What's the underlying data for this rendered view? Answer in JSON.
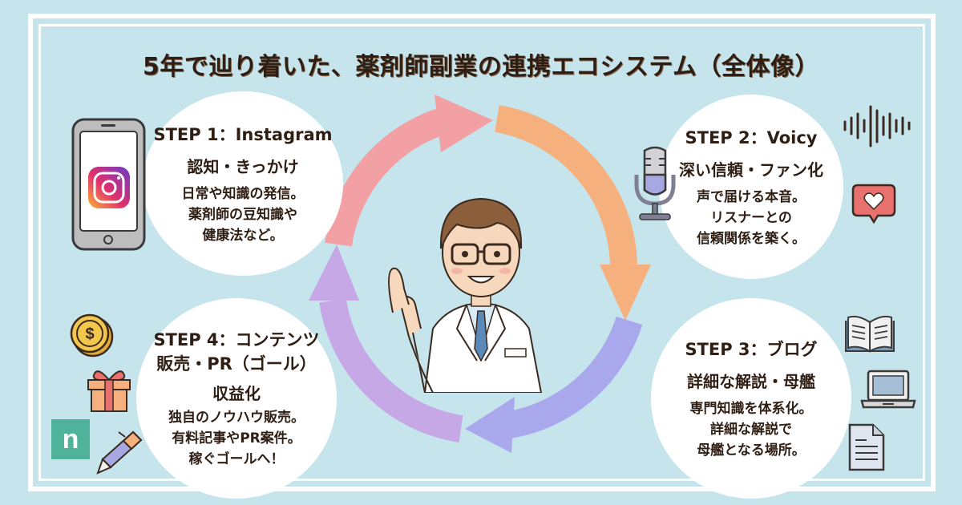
{
  "title": "5年で辿り着いた、薬剤師副業の連携エコシステム（全体像）",
  "colors": {
    "background": "#c5e4ec",
    "frame": "#ffffff",
    "text": "#2e1e14",
    "arrow_step1": "#f3a0a4",
    "arrow_step2": "#f6b07e",
    "arrow_step3": "#a9a8ec",
    "arrow_step4": "#c7a8e6"
  },
  "steps": [
    {
      "label": "STEP 1：Instagram",
      "subtitle": "認知・きっかけ",
      "description": [
        "日常や知識の発信。",
        "薬剤師の豆知識や",
        "健康法など。"
      ],
      "icons": [
        "smartphone-instagram-icon"
      ]
    },
    {
      "label": "STEP 2：Voicy",
      "subtitle": "深い信頼・ファン化",
      "description": [
        "声で届ける本音。",
        "リスナーとの",
        "信頼関係を築く。"
      ],
      "icons": [
        "microphone-icon",
        "sound-wave-icon",
        "heart-bubble-icon"
      ]
    },
    {
      "label": "STEP 3：ブログ",
      "subtitle": "詳細な解説・母艦",
      "description": [
        "専門知識を体系化。",
        "詳細な解説で",
        "母艦となる場所。"
      ],
      "icons": [
        "open-book-icon",
        "laptop-icon",
        "document-icon"
      ]
    },
    {
      "label_lines": [
        "STEP 4：コンテンツ",
        "販売・PR（ゴール）"
      ],
      "subtitle": "収益化",
      "description": [
        "独自のノウハウ販売。",
        "有料記事やPR案件。",
        "稼ぐゴールへ！"
      ],
      "icons": [
        "coin-icon",
        "gift-icon",
        "note-n-icon",
        "pen-icon"
      ]
    }
  ],
  "center": {
    "figure": "pharmacist-character",
    "note_logo_letter": "n"
  }
}
